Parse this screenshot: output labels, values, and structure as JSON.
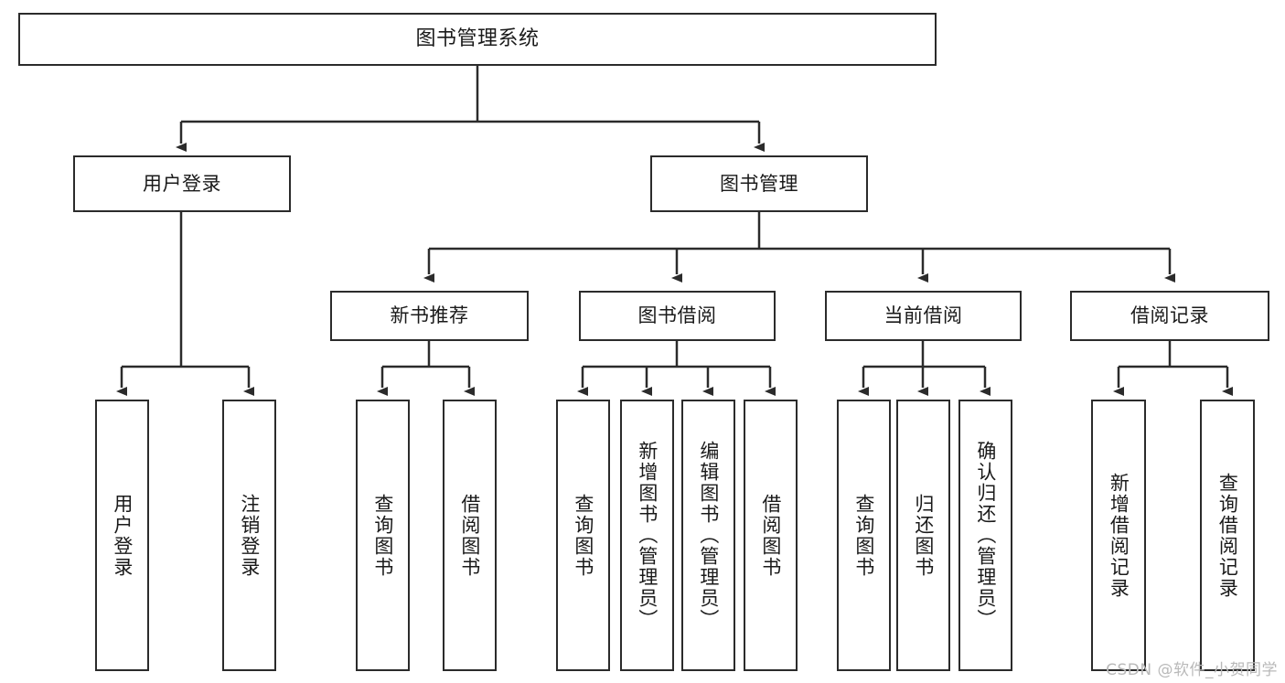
{
  "diagram": {
    "title": "图书管理系统",
    "type": "tree",
    "watermark": "CSDN @软件_小贺同学",
    "colors": {
      "box_border": "#2b2b2b",
      "box_fill": "#ffffff",
      "text": "#1a1a1a",
      "line": "#2b2b2b",
      "watermark": "#b9b9b9",
      "background": "#ffffff"
    },
    "root": {
      "label": "图书管理系统"
    },
    "level2": [
      {
        "label": "用户登录"
      },
      {
        "label": "图书管理"
      }
    ],
    "level3": [
      {
        "label": "新书推荐"
      },
      {
        "label": "图书借阅"
      },
      {
        "label": "当前借阅"
      },
      {
        "label": "借阅记录"
      }
    ],
    "leaves": {
      "user_login": [
        {
          "label": "用户登录"
        },
        {
          "label": "注销登录"
        }
      ],
      "new_book_recommend": [
        {
          "label": "查询图书"
        },
        {
          "label": "借阅图书"
        }
      ],
      "book_borrow": [
        {
          "label": "查询图书"
        },
        {
          "label": "新增图书（管理员）"
        },
        {
          "label": "编辑图书（管理员）"
        },
        {
          "label": "借阅图书"
        }
      ],
      "current_borrow": [
        {
          "label": "查询图书"
        },
        {
          "label": "归还图书"
        },
        {
          "label": "确认归还（管理员）"
        }
      ],
      "borrow_record": [
        {
          "label": "新增借阅记录"
        },
        {
          "label": "查询借阅记录"
        }
      ]
    }
  }
}
